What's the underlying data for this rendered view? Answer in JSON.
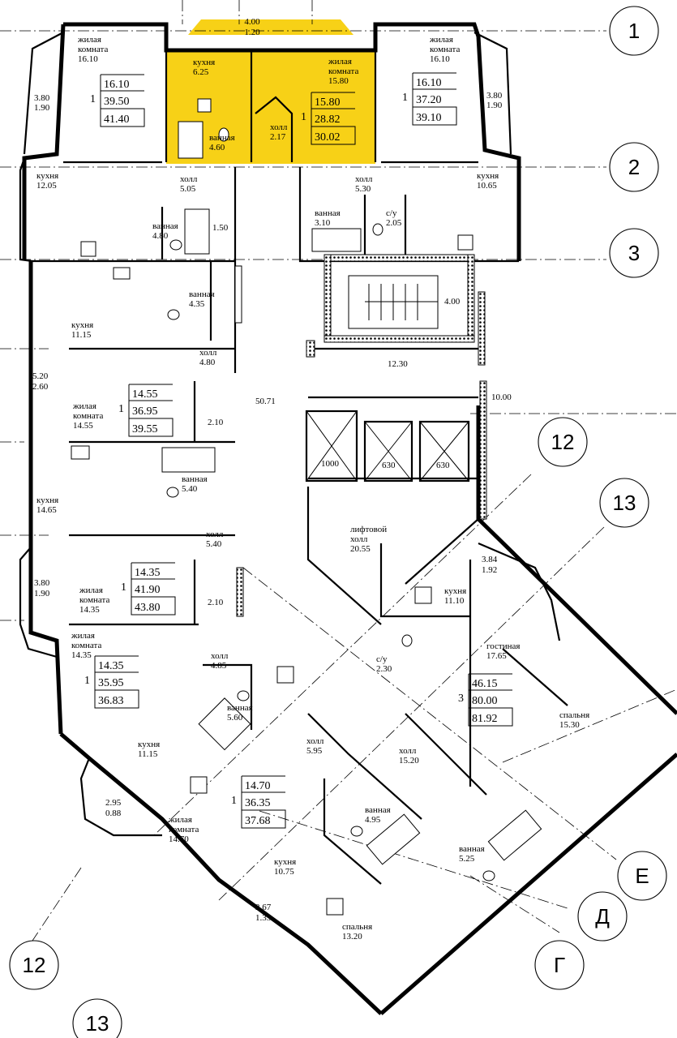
{
  "colors": {
    "highlight": "#f7d117",
    "ink": "#000000",
    "paper": "#ffffff"
  },
  "axes": [
    {
      "id": "1",
      "label": "1"
    },
    {
      "id": "2",
      "label": "2"
    },
    {
      "id": "3",
      "label": "3"
    },
    {
      "id": "12a",
      "label": "12"
    },
    {
      "id": "13a",
      "label": "13"
    },
    {
      "id": "E",
      "label": "Е"
    },
    {
      "id": "D",
      "label": "Д"
    },
    {
      "id": "G",
      "label": "Г"
    },
    {
      "id": "12b",
      "label": "12"
    },
    {
      "id": "13b",
      "label": "13"
    }
  ],
  "rooms": [
    {
      "id": "r1",
      "name": "жилая\nкомната",
      "area": "16.10"
    },
    {
      "id": "r2",
      "name": "кухня",
      "area": "6.25"
    },
    {
      "id": "r3",
      "name": "жилая\nкомната",
      "area": "15.80"
    },
    {
      "id": "r4",
      "name": "ванная",
      "area": "4.60"
    },
    {
      "id": "r5",
      "name": "холл",
      "area": "2.17"
    },
    {
      "id": "r6",
      "name": "жилая\nкомната",
      "area": "16.10"
    },
    {
      "id": "r7",
      "name": "кухня",
      "area": "12.05"
    },
    {
      "id": "r8",
      "name": "холл",
      "area": "5.05"
    },
    {
      "id": "r9",
      "name": "холл",
      "area": "5.30"
    },
    {
      "id": "r10",
      "name": "кухня",
      "area": "10.65"
    },
    {
      "id": "r11",
      "name": "ванная",
      "area": "4.80"
    },
    {
      "id": "r12",
      "name": "ванная",
      "area": "3.10"
    },
    {
      "id": "r13",
      "name": "с/у",
      "area": "2.05"
    },
    {
      "id": "r14",
      "name": "ванная",
      "area": "4.35"
    },
    {
      "id": "r15",
      "name": "кухня",
      "area": "11.15"
    },
    {
      "id": "r16",
      "name": "холл",
      "area": "4.80"
    },
    {
      "id": "r17",
      "name": "жилая\nкомната",
      "area": "14.55"
    },
    {
      "id": "r18",
      "name": "ванная",
      "area": "5.40"
    },
    {
      "id": "r19",
      "name": "кухня",
      "area": "14.65"
    },
    {
      "id": "r20",
      "name": "холл",
      "area": "5.40"
    },
    {
      "id": "r21",
      "name": "жилая\nкомната",
      "area": "14.35"
    },
    {
      "id": "r22",
      "name": "жилая\nкомната",
      "area": "14.35"
    },
    {
      "id": "r23",
      "name": "холл",
      "area": "4.85"
    },
    {
      "id": "r24",
      "name": "ванная",
      "area": "5.60"
    },
    {
      "id": "r25",
      "name": "кухня",
      "area": "11.15"
    },
    {
      "id": "r26",
      "name": "холл",
      "area": "5.95"
    },
    {
      "id": "r27",
      "name": "жилая\nкомната",
      "area": "14.70"
    },
    {
      "id": "r28",
      "name": "ванная",
      "area": "4.95"
    },
    {
      "id": "r29",
      "name": "кухня",
      "area": "10.75"
    },
    {
      "id": "r30",
      "name": "спальня",
      "area": "13.20"
    },
    {
      "id": "r31",
      "name": "лифтовой\nхолл",
      "area": "20.55"
    },
    {
      "id": "r32",
      "name": "кухня",
      "area": "11.10"
    },
    {
      "id": "r33",
      "name": "с/у",
      "area": "2.30"
    },
    {
      "id": "r34",
      "name": "гостиная",
      "area": "17.65"
    },
    {
      "id": "r35",
      "name": "спальня",
      "area": "15.30"
    },
    {
      "id": "r36",
      "name": "холл",
      "area": "15.20"
    },
    {
      "id": "r37",
      "name": "ванная",
      "area": "5.25"
    }
  ],
  "numbers": [
    {
      "id": "n1",
      "text": "4.00"
    },
    {
      "id": "n2",
      "text": "1.20"
    },
    {
      "id": "n3",
      "text": "3.80"
    },
    {
      "id": "n4",
      "text": "1.90"
    },
    {
      "id": "n5",
      "text": "3.80"
    },
    {
      "id": "n6",
      "text": "1.90"
    },
    {
      "id": "n7",
      "text": "1.50"
    },
    {
      "id": "n8",
      "text": "4.00"
    },
    {
      "id": "n9",
      "text": "12.30"
    },
    {
      "id": "n10",
      "text": "5.20"
    },
    {
      "id": "n11",
      "text": "2.60"
    },
    {
      "id": "n12",
      "text": "50.71"
    },
    {
      "id": "n13",
      "text": "10.00"
    },
    {
      "id": "n14",
      "text": "2.10"
    },
    {
      "id": "n15",
      "text": "1000"
    },
    {
      "id": "n16",
      "text": "630"
    },
    {
      "id": "n17",
      "text": "630"
    },
    {
      "id": "n18",
      "text": "3.80"
    },
    {
      "id": "n19",
      "text": "1.90"
    },
    {
      "id": "n20",
      "text": "2.10"
    },
    {
      "id": "n21",
      "text": "3.84"
    },
    {
      "id": "n22",
      "text": "1.92"
    },
    {
      "id": "n23",
      "text": "2.95"
    },
    {
      "id": "n24",
      "text": "0.88"
    },
    {
      "id": "n25",
      "text": "2.67"
    },
    {
      "id": "n26",
      "text": "1.33"
    }
  ],
  "apartments": [
    {
      "id": "a1",
      "rooms": "1",
      "lines": [
        "16.10",
        "39.50",
        "41.40"
      ]
    },
    {
      "id": "a2",
      "rooms": "1",
      "lines": [
        "15.80",
        "28.82",
        "30.02"
      ]
    },
    {
      "id": "a3",
      "rooms": "1",
      "lines": [
        "16.10",
        "37.20",
        "39.10"
      ]
    },
    {
      "id": "a4",
      "rooms": "1",
      "lines": [
        "14.55",
        "36.95",
        "39.55"
      ]
    },
    {
      "id": "a5",
      "rooms": "1",
      "lines": [
        "14.35",
        "41.90",
        "43.80"
      ]
    },
    {
      "id": "a6",
      "rooms": "1",
      "lines": [
        "14.35",
        "35.95",
        "36.83"
      ]
    },
    {
      "id": "a7",
      "rooms": "1",
      "lines": [
        "14.70",
        "36.35",
        "37.68"
      ]
    },
    {
      "id": "a8",
      "rooms": "3",
      "lines": [
        "46.15",
        "80.00",
        "81.92"
      ]
    }
  ]
}
